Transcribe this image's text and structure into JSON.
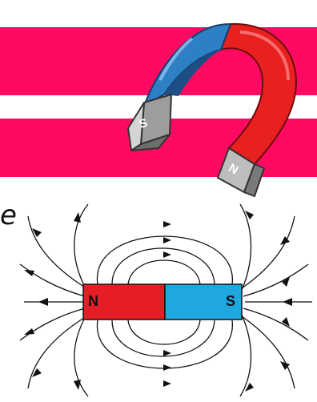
{
  "horseshoe_magnet": {
    "south_pole_label": "S",
    "north_pole_label": "N",
    "colors": {
      "south_arm": "#2f7fc4",
      "north_arm": "#e8201f",
      "pole_tip": "#b9b9b9"
    }
  },
  "bar_magnet": {
    "north_label": "N",
    "south_label": "S",
    "colors": {
      "north_half": "#e51e25",
      "south_half": "#1fa7e0"
    }
  },
  "cropped_text_fragment": "e",
  "background_stripe_color": "#ff0a62"
}
